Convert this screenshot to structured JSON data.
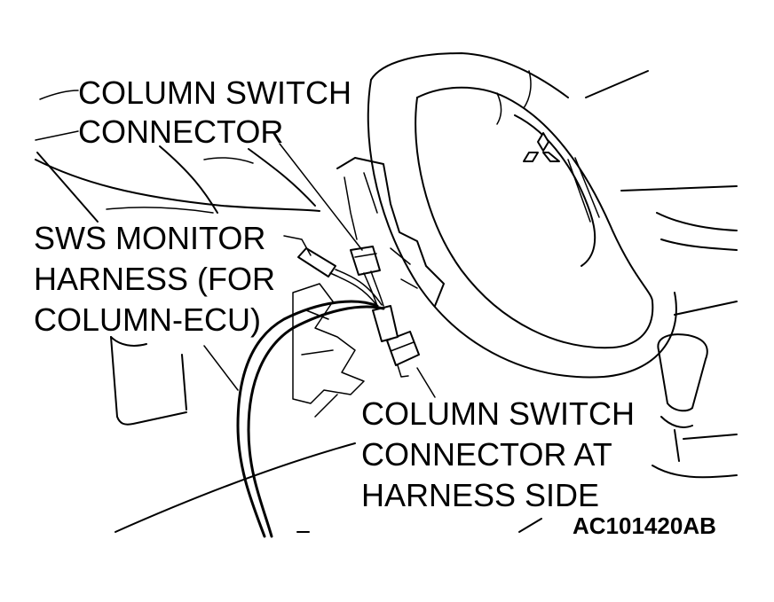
{
  "labels": {
    "column_switch_connector": [
      "COLUMN SWITCH",
      "CONNECTOR"
    ],
    "sws_monitor_harness": [
      "SWS MONITOR",
      "HARNESS (FOR",
      "COLUMN-ECU)"
    ],
    "connector_harness_side": [
      "COLUMN SWITCH",
      "CONNECTOR AT",
      "HARNESS SIDE"
    ]
  },
  "figure_code": "AC101420AB",
  "colors": {
    "ink": "#000000",
    "paper": "#ffffff"
  }
}
